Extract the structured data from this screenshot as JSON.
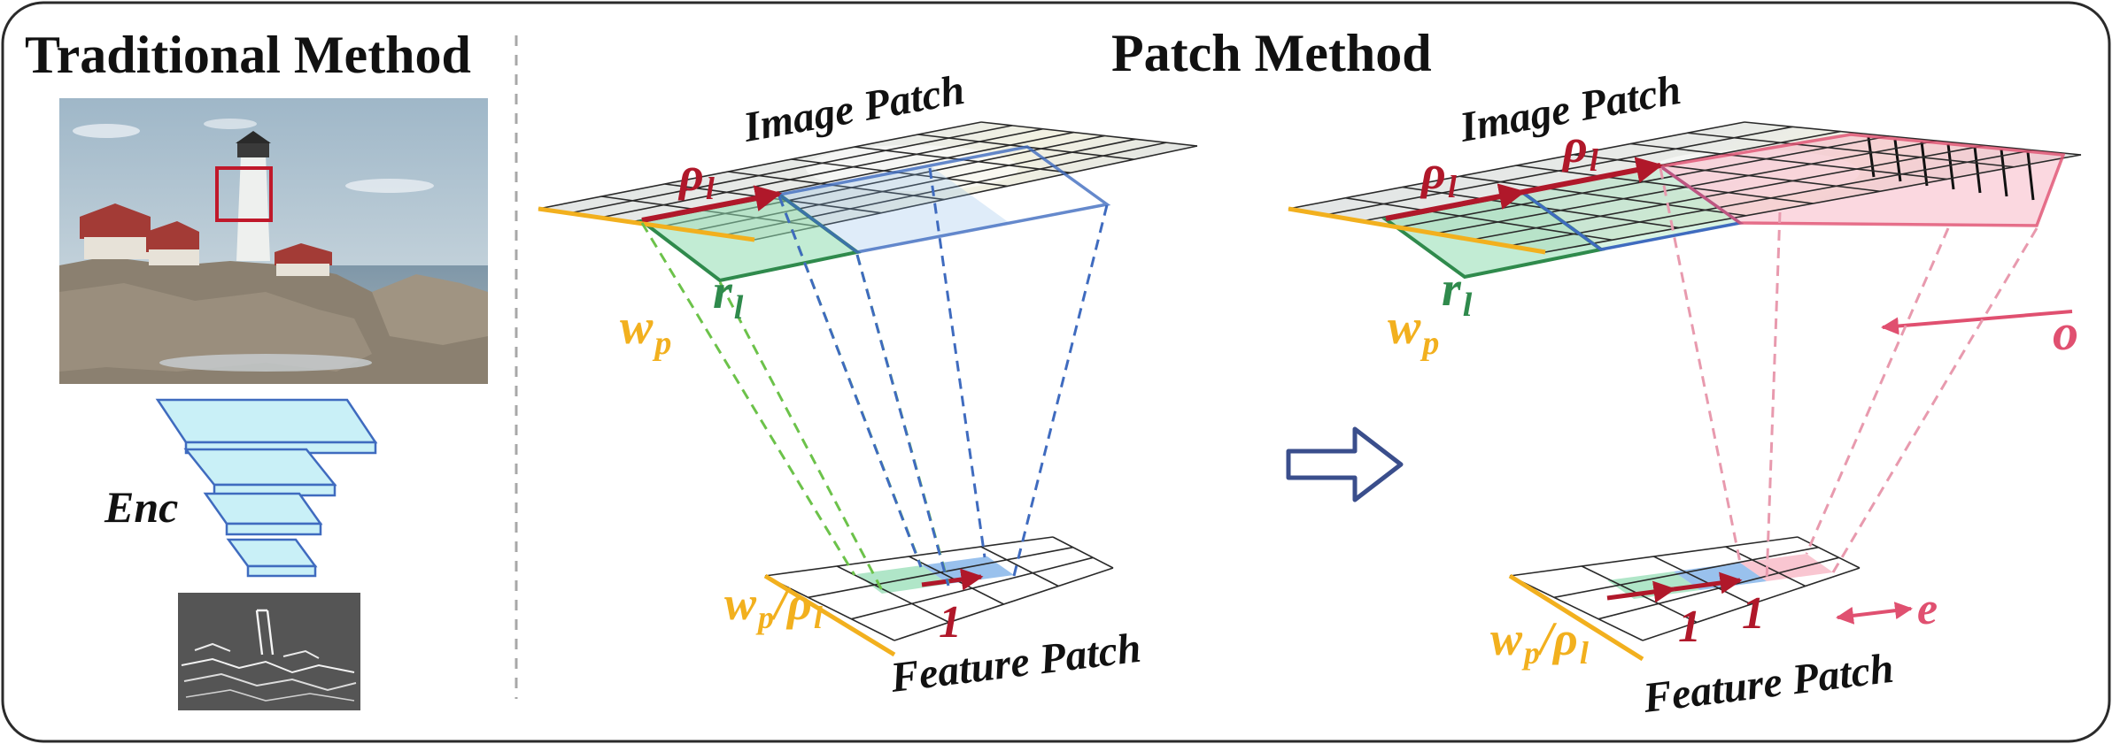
{
  "panels": {
    "traditional": {
      "title": "Traditional Method",
      "encoder_label": "Enc"
    },
    "patch": {
      "title": "Patch Method"
    }
  },
  "labels": {
    "image_patch": "Image Patch",
    "feature_patch": "Feature Patch",
    "rho": "ρ",
    "rho_sub": "l",
    "r": "r",
    "r_sub": "l",
    "w": "w",
    "w_sub": "p",
    "one": "1",
    "o": "o",
    "e": "e"
  },
  "colors": {
    "rho": "#b0182a",
    "window": "#2f8a4c",
    "window_fill": "#8fdcb0",
    "shift": "#3f6bbf",
    "shift_fill": "#7fb2e8",
    "width": "#f2b01e",
    "overlap": "#e05070",
    "overlap_fill": "#f7b8c6",
    "arrow": "#3a4e8c"
  }
}
